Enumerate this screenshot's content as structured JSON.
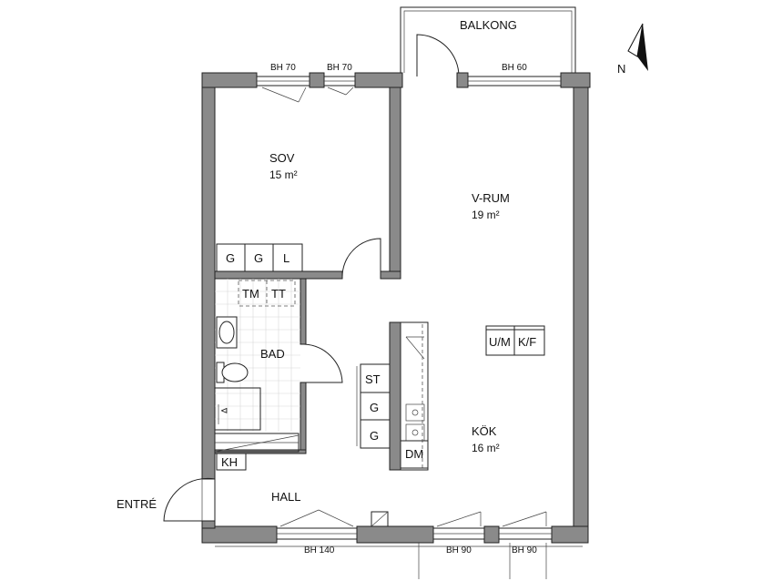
{
  "rooms": {
    "balcony": "BALKONG",
    "bedroom": {
      "name": "SOV",
      "area": "15 m²"
    },
    "living": {
      "name": "V-RUM",
      "area": "19 m²"
    },
    "bath": "BAD",
    "kitchen": {
      "name": "KÖK",
      "area": "16 m²"
    },
    "hall": "HALL",
    "entrance": "ENTRÉ"
  },
  "windows": {
    "w1": "BH 70",
    "w2": "BH 70",
    "w3": "BH 60",
    "w4": "BH 140",
    "w5": "BH 90",
    "w6": "BH 90"
  },
  "fixtures": {
    "wardrobe_1": "G",
    "wardrobe_2": "G",
    "linen": "L",
    "washer": "TM",
    "dryer": "TT",
    "stove": "ST",
    "kitchen_cab_1": "G",
    "kitchen_cab_2": "G",
    "dishwasher": "DM",
    "fridge_freezer_1": "U/M",
    "fridge_freezer_2": "K/F",
    "hat_rack": "KH"
  },
  "compass": "N"
}
